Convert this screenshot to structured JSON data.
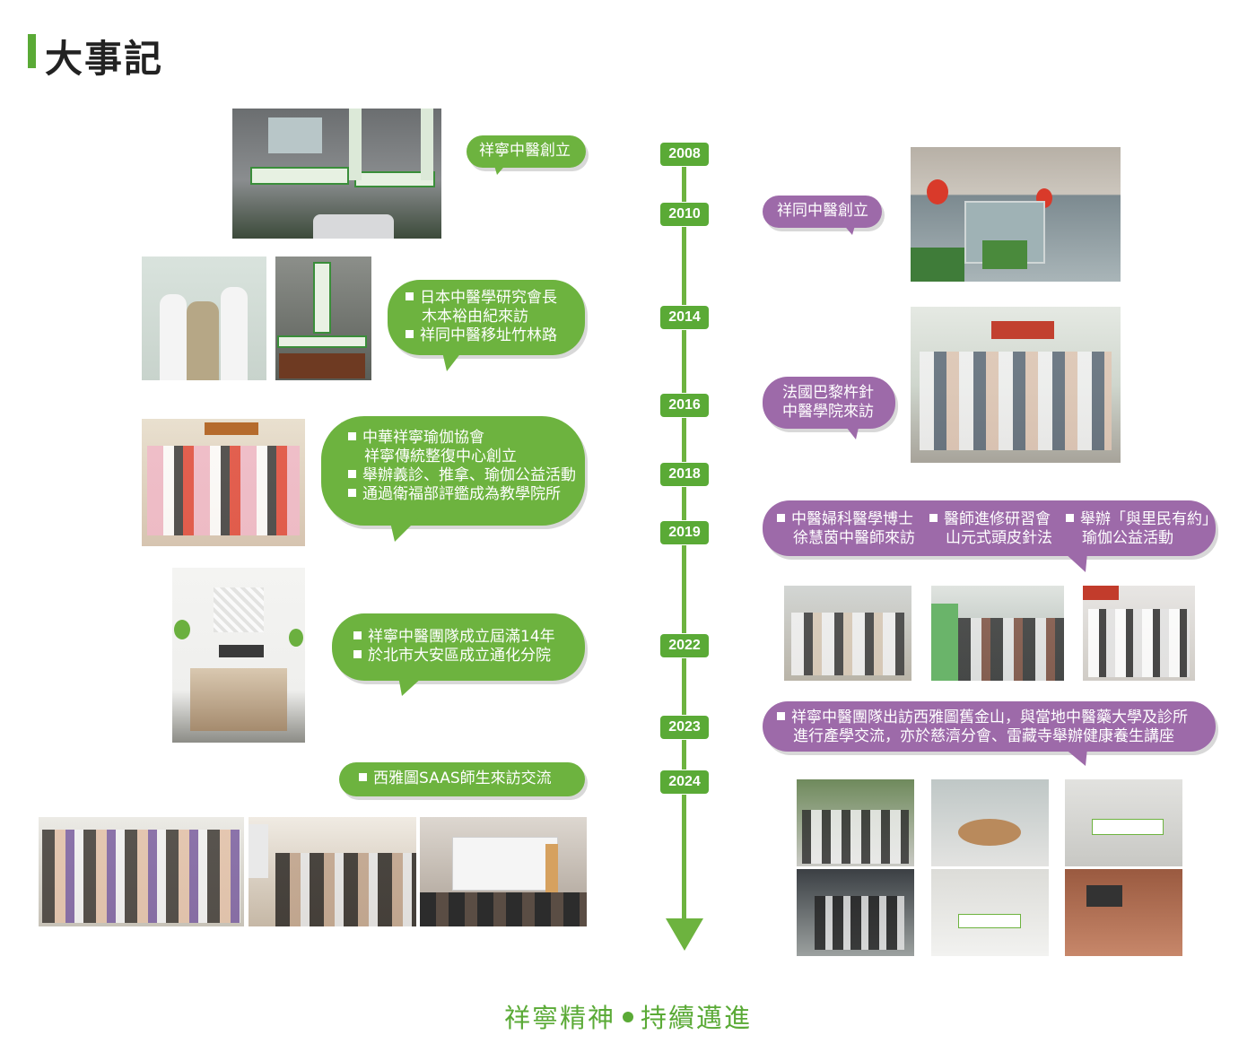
{
  "page": {
    "title": "大事記"
  },
  "timeline": {
    "years": [
      "2008",
      "2010",
      "2014",
      "2016",
      "2018",
      "2019",
      "2022",
      "2023",
      "2024"
    ]
  },
  "events": {
    "e2008": {
      "lines": [
        "祥寧中醫創立"
      ]
    },
    "e2010": {
      "lines": [
        "祥同中醫創立"
      ]
    },
    "e2014": {
      "lines": [
        "日本中醫學研究會長",
        "木本裕由紀來訪",
        "祥同中醫移址竹林路"
      ]
    },
    "e2016": {
      "lines": [
        "法國巴黎杵針",
        "中醫學院來訪"
      ]
    },
    "e2018": {
      "lines": [
        "中華祥寧瑜伽協會",
        "祥寧傳統整復中心創立",
        "舉辦義診、推拿、瑜伽公益活動",
        "通過衛福部評鑑成為教學院所"
      ]
    },
    "e2019": {
      "lines": [
        "中醫婦科醫學博士",
        "徐慧茵中醫師來訪",
        "醫師進修研習會",
        "山元式頭皮針法",
        "舉辦「與里民有約」",
        "瑜伽公益活動"
      ]
    },
    "e2022": {
      "lines": [
        "祥寧中醫團隊成立屆滿14年",
        "於北市大安區成立通化分院"
      ]
    },
    "e2023": {
      "lines": [
        "祥寧中醫團隊出訪西雅圖舊金山，與當地中醫藥大學及診所",
        "進行產學交流，亦於慈濟分會、雷藏寺舉辦健康養生講座"
      ]
    },
    "e2024": {
      "lines": [
        "西雅圖SAAS師生來訪交流"
      ]
    }
  },
  "footer": {
    "left": "祥寧精神",
    "right": "持續邁進"
  },
  "colors": {
    "green": "#6db33f",
    "purple": "#9d6aa9",
    "title_bar": "#5aaa36"
  }
}
